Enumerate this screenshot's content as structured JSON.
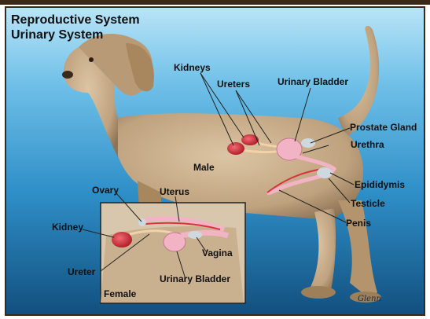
{
  "title": {
    "line1": "Reproductive System",
    "line2": "Urinary System"
  },
  "labels": {
    "kidneys": "Kidneys",
    "ureters": "Ureters",
    "urinary_bladder": "Urinary Bladder",
    "prostate_gland": "Prostate Gland",
    "urethra": "Urethra",
    "male": "Male",
    "epididymis": "Epididymis",
    "testicle": "Testicle",
    "penis": "Penis",
    "ovary": "Ovary",
    "uterus": "Uterus",
    "kidney": "Kidney",
    "vagina": "Vagina",
    "ureter": "Ureter",
    "urinary_bladder_female": "Urinary Bladder",
    "female": "Female"
  },
  "signature": "Glenn",
  "colors": {
    "dog": "#c9b08f",
    "organ_red": "#d9323f",
    "organ_pink": "#f2b3c4",
    "background_top": "#b9e4f7",
    "background_bottom": "#12507f"
  }
}
